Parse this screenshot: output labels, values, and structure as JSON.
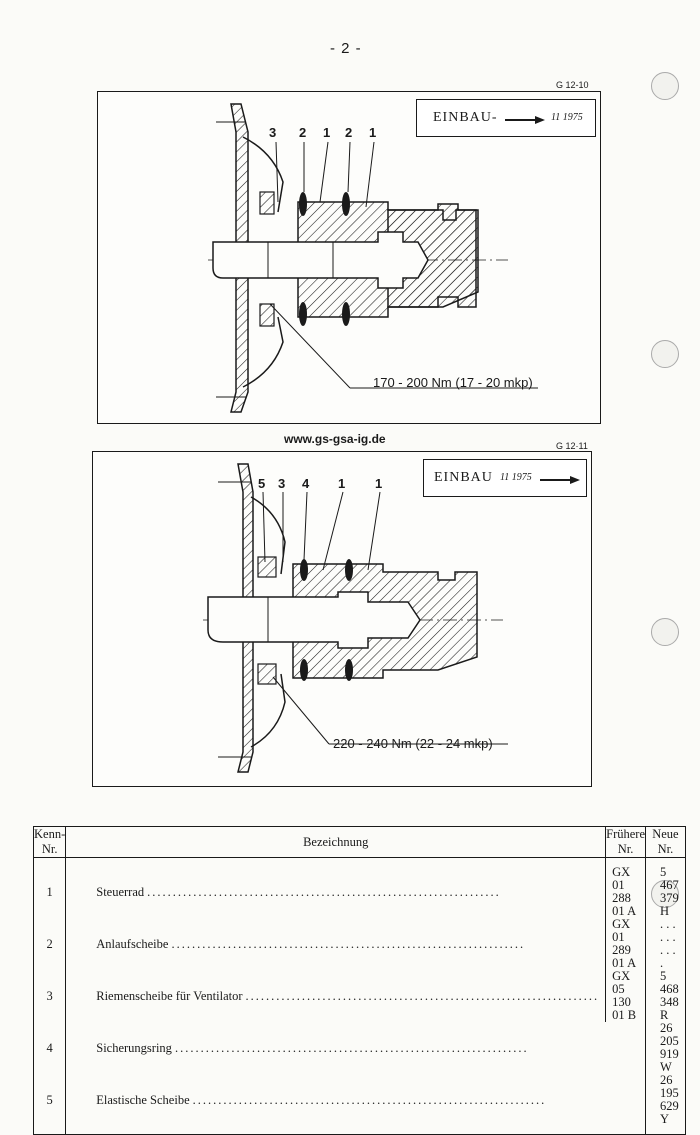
{
  "page_number": "- 2 -",
  "website": "www.gs-gsa-ig.de",
  "figure_top": {
    "code": "G 12-10",
    "label": "EINBAU-",
    "date": "11 1975",
    "callouts": [
      "3",
      "2",
      "1",
      "2",
      "1"
    ],
    "torque": "170 - 200 Nm (17 - 20 mkp)"
  },
  "figure_bottom": {
    "code": "G 12·11",
    "label": "EINBAU",
    "date": "11 1975",
    "callouts": [
      "5",
      "3",
      "4",
      "1",
      "1"
    ],
    "torque": "220 - 240 Nm (22 - 24 mkp)"
  },
  "table": {
    "headers": [
      "Kenn-Nr.",
      "Bezeichnung",
      "Frühere Nr.",
      "Neue Nr."
    ],
    "rows": [
      {
        "kenn": "1",
        "bezeichnung": "Steuerrad",
        "frueher": "GX 01 288 01 A",
        "neu": "5 467 379 H"
      },
      {
        "kenn": "2",
        "bezeichnung": "Anlaufscheibe",
        "frueher": "GX 01 289 01 A",
        "neu": ". . . . . . . . . ."
      },
      {
        "kenn": "3",
        "bezeichnung": "Riemenscheibe für Ventilator",
        "frueher": "GX 05 130 01 B",
        "neu": "5 468 348 R"
      },
      {
        "kenn": "4",
        "bezeichnung": "Sicherungsring",
        "frueher": "",
        "neu": "26 205 919 W"
      },
      {
        "kenn": "5",
        "bezeichnung": "Elastische Scheibe",
        "frueher": "",
        "neu": "26 195 629 Y"
      }
    ]
  }
}
